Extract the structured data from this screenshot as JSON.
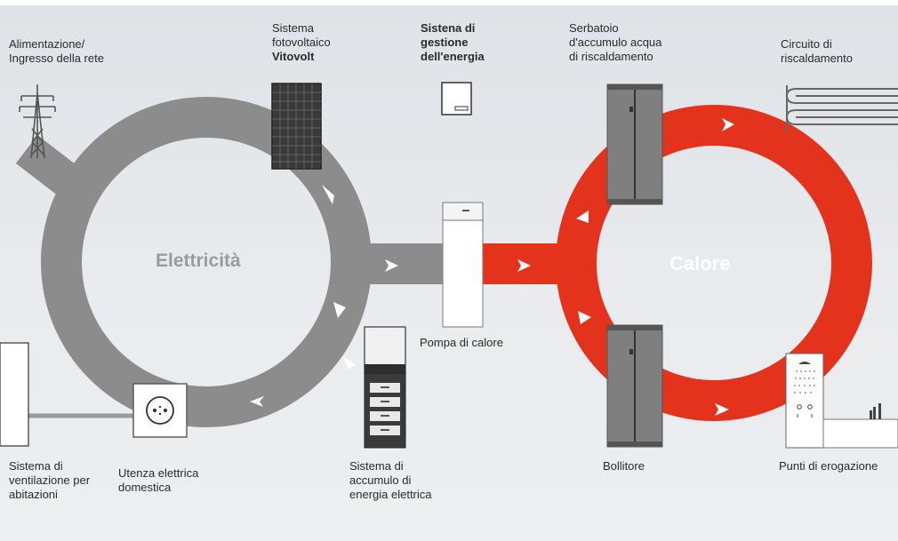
{
  "labels": {
    "grid": [
      "Alimentazione/",
      "Ingresso della rete"
    ],
    "pv": [
      "Sistema",
      "fotovoltaico"
    ],
    "pv_brand": "Vitovolt",
    "ems": [
      "Sistena di",
      "gestione",
      "dell'energia"
    ],
    "storage_tank": [
      "Serbatoio",
      "d'accumulo acqua",
      "di riscaldamento"
    ],
    "heating_circuit": [
      "Circuito di",
      "riscaldamento"
    ],
    "heat_pump": "Pompa di calore",
    "boiler": "Bollitore",
    "outlets": "Punti di erogazione",
    "ventilation": [
      "Sistema di",
      "ventilazione per",
      "abitazioni"
    ],
    "household": [
      "Utenza elettrica",
      "domestica"
    ],
    "battery": [
      "Sistema di",
      "accumulo di",
      "energia elettrica"
    ]
  },
  "loops": {
    "electricity": "Elettricità",
    "heat": "Calore"
  },
  "colors": {
    "electricity_loop": "#8c8c8c",
    "heat_loop": "#e3331c",
    "electricity_text": "#9b9b9b",
    "heat_text": "#ffffff",
    "background": "#e4e7ea"
  },
  "icons": [
    "power-pylon-icon",
    "solar-panel-icon",
    "energy-manager-icon",
    "heat-pump-icon",
    "storage-tank-icon",
    "radiator-icon",
    "boiler-icon",
    "shower-icon",
    "bathtub-faucet-icon",
    "wall-socket-icon",
    "battery-storage-icon",
    "ventilation-unit-icon"
  ]
}
